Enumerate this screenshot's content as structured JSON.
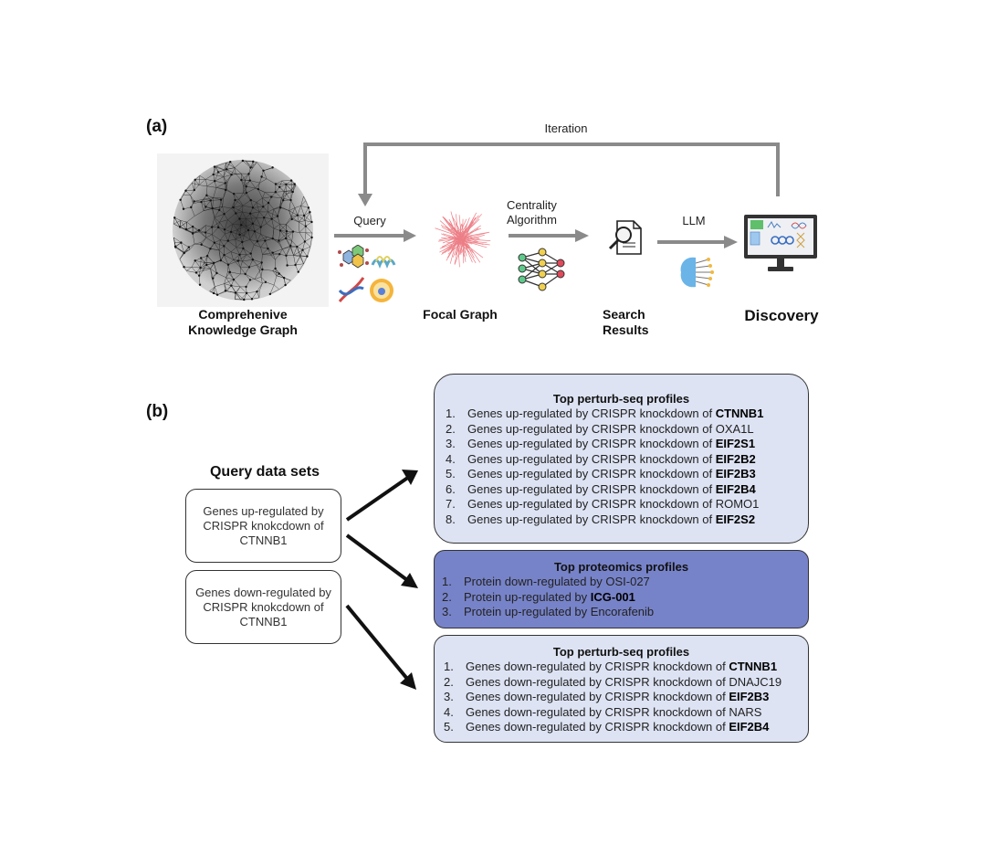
{
  "panel_a": {
    "label": "(a)",
    "iteration_label": "Iteration",
    "nodes": {
      "knowledge_graph": "Comprehenive\nKnowledge Graph",
      "focal_graph": "Focal Graph",
      "search_results": "Search\nResults",
      "discovery": "Discovery"
    },
    "edges": {
      "query": "Query",
      "centrality": "Centrality\nAlgorithm",
      "llm": "LLM"
    },
    "colors": {
      "arrow": "#8a8a8a",
      "focal_graph": "#e8606a"
    }
  },
  "panel_b": {
    "label": "(b)",
    "query_title": "Query data sets",
    "queries": [
      "Genes up-regulated by CRISPR knokcdown of CTNNB1",
      "Genes down-regulated by CRISPR knokcdown of CTNNB1"
    ],
    "results": [
      {
        "title": "Top perturb-seq profiles",
        "color": "#dde3f3",
        "items": [
          {
            "num": "1.",
            "prefix": "Genes up-regulated by CRISPR knockdown of ",
            "target": "CTNNB1",
            "bold": true
          },
          {
            "num": "2.",
            "prefix": "Genes up-regulated by CRISPR knockdown of ",
            "target": "OXA1L",
            "bold": false
          },
          {
            "num": "3.",
            "prefix": "Genes up-regulated by CRISPR knockdown of ",
            "target": "EIF2S1",
            "bold": true
          },
          {
            "num": "4.",
            "prefix": "Genes up-regulated by CRISPR knockdown of ",
            "target": "EIF2B2",
            "bold": true
          },
          {
            "num": "5.",
            "prefix": "Genes up-regulated by CRISPR knockdown of ",
            "target": "EIF2B3",
            "bold": true
          },
          {
            "num": "6.",
            "prefix": "Genes up-regulated by CRISPR knockdown of ",
            "target": "EIF2B4",
            "bold": true
          },
          {
            "num": "7.",
            "prefix": "Genes up-regulated by CRISPR knockdown of ",
            "target": "ROMO1",
            "bold": false
          },
          {
            "num": "8.",
            "prefix": "Genes up-regulated by CRISPR knockdown of ",
            "target": "EIF2S2",
            "bold": true
          }
        ]
      },
      {
        "title": "Top proteomics profiles",
        "color": "#7783c8",
        "items": [
          {
            "num": "1.",
            "prefix": "Protein down-regulated by ",
            "target": "OSI-027",
            "bold": false
          },
          {
            "num": "2.",
            "prefix": "Protein up-regulated by ",
            "target": "ICG-001",
            "bold": true
          },
          {
            "num": "3.",
            "prefix": "Protein up-regulated by ",
            "target": "Encorafenib",
            "bold": false
          }
        ]
      },
      {
        "title": "Top perturb-seq profiles",
        "color": "#dde3f3",
        "items": [
          {
            "num": "1.",
            "prefix": "Genes down-regulated by CRISPR knockdown of ",
            "target": "CTNNB1",
            "bold": true
          },
          {
            "num": "2.",
            "prefix": "Genes down-regulated by CRISPR knockdown of ",
            "target": "DNAJC19",
            "bold": false
          },
          {
            "num": "3.",
            "prefix": "Genes down-regulated by CRISPR knockdown of ",
            "target": "EIF2B3",
            "bold": true
          },
          {
            "num": "4.",
            "prefix": "Genes down-regulated by CRISPR knockdown of ",
            "target": "NARS",
            "bold": false
          },
          {
            "num": "5.",
            "prefix": "Genes down-regulated by CRISPR knockdown of ",
            "target": "EIF2B4",
            "bold": true
          }
        ]
      }
    ]
  }
}
